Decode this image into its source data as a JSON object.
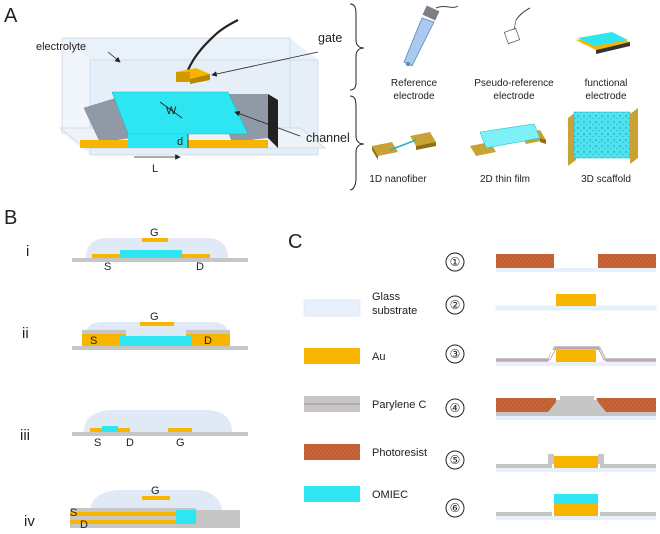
{
  "colors": {
    "gold": "#f7b500",
    "gold_edge": "#c98f00",
    "omiec": "#2ee6f2",
    "electrolyte": "#cfe2f3",
    "glass": "#e8f1fb",
    "parylene": "#c6c6c6",
    "photoresist": "#c8663a"
  },
  "panel_a": {
    "letter": "A",
    "electrolyte_label": "electrolyte",
    "gate_label": "gate",
    "channel_label": "channel",
    "dim_w": "W",
    "dim_d": "d",
    "dim_l": "L",
    "gate_options": [
      {
        "line1": "Reference",
        "line2": "electrode",
        "icon": "reference-electrode-icon"
      },
      {
        "line1": "Pseudo-reference",
        "line2": "electrode",
        "icon": "pseudo-reference-electrode-icon"
      },
      {
        "line1": "functional",
        "line2": "electrode",
        "icon": "functional-electrode-icon"
      }
    ],
    "channel_options": [
      {
        "label": "1D nanofiber",
        "icon": "nanofiber-icon"
      },
      {
        "label": "2D thin film",
        "icon": "thin-film-icon"
      },
      {
        "label": "3D scaffold",
        "icon": "scaffold-icon"
      }
    ]
  },
  "panel_b": {
    "letter": "B",
    "rows": [
      {
        "numeral": "i",
        "labels": [
          "G",
          "S",
          "D"
        ]
      },
      {
        "numeral": "ii",
        "labels": [
          "G",
          "S",
          "D"
        ]
      },
      {
        "numeral": "iii",
        "labels": [
          "S",
          "D",
          "G"
        ]
      },
      {
        "numeral": "iv",
        "labels": [
          "G",
          "S",
          "D"
        ]
      }
    ]
  },
  "panel_c": {
    "letter": "C",
    "legend": [
      {
        "line1": "Glass",
        "line2": "substrate",
        "material": "glass"
      },
      {
        "line1": "Au",
        "line2": "",
        "material": "gold"
      },
      {
        "line1": "Parylene C",
        "line2": "",
        "material": "parylene"
      },
      {
        "line1": "Photoresist",
        "line2": "",
        "material": "photoresist"
      },
      {
        "line1": "OMIEC",
        "line2": "",
        "material": "omiec"
      }
    ],
    "steps": [
      "①",
      "②",
      "③",
      "④",
      "⑤",
      "⑥"
    ]
  }
}
